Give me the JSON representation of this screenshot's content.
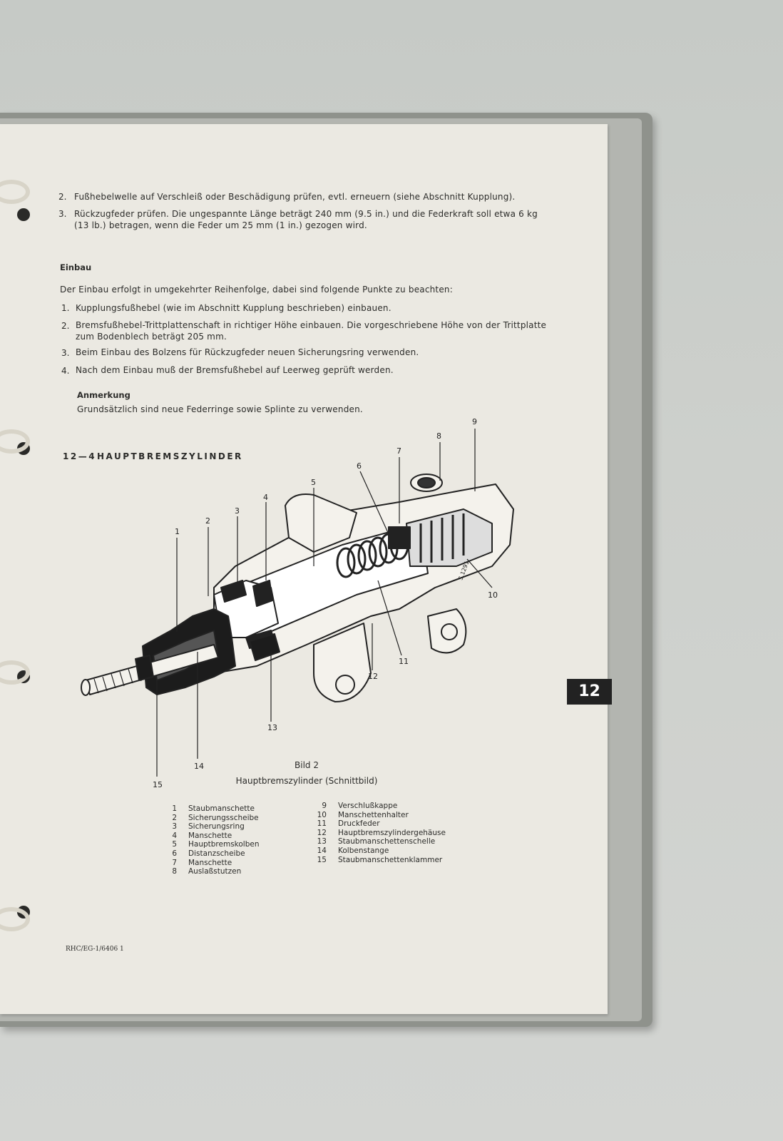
{
  "steps_top": [
    {
      "n": "2.",
      "text": "Fußhebelwelle auf Verschleiß oder Beschädigung prüfen, evtl. erneuern (siehe Abschnitt Kupplung)."
    },
    {
      "n": "3.",
      "text": "Rückzugfeder prüfen. Die ungespannte Länge beträgt 240 mm (9.5 in.) und die Federkraft soll etwa 6 kg",
      "text2": "(13 lb.) betragen, wenn die Feder um 25 mm (1 in.) gezogen wird."
    }
  ],
  "einbau": {
    "heading": "Einbau",
    "intro": "Der Einbau erfolgt in umgekehrter Reihenfolge, dabei sind folgende Punkte zu beachten:",
    "steps": [
      {
        "n": "1.",
        "text": "Kupplungsfußhebel (wie im Abschnitt Kupplung beschrieben) einbauen."
      },
      {
        "n": "2.",
        "text": "Bremsfußhebel-Trittplattenschaft in richtiger Höhe einbauen. Die vorgeschriebene Höhe von der Trittplatte",
        "text2": "zum Bodenblech beträgt 205 mm."
      },
      {
        "n": "3.",
        "text": "Beim Einbau des Bolzens für Rückzugfeder neuen Sicherungsring verwenden."
      },
      {
        "n": "4.",
        "text": "Nach dem Einbau muß der Bremsfußhebel auf Leerweg geprüft werden."
      }
    ],
    "note_heading": "Anmerkung",
    "note_text": "Grundsätzlich sind neue Federringe sowie Splinte zu verwenden."
  },
  "section": {
    "number": "12—4",
    "title": "HAUPTBREMSZYLINDER"
  },
  "tab_label": "12",
  "figure": {
    "callouts": [
      "1",
      "2",
      "3",
      "4",
      "5",
      "6",
      "7",
      "8",
      "9",
      "10",
      "11",
      "12",
      "13",
      "14",
      "15"
    ],
    "drawing_code": "S.1291.",
    "caption_1": "Bild 2",
    "caption_2": "Hauptbremszylinder (Schnittbild)"
  },
  "legend_left": [
    {
      "n": "1",
      "label": "Staubmanschette"
    },
    {
      "n": "2",
      "label": "Sicherungsscheibe"
    },
    {
      "n": "3",
      "label": "Sicherungsring"
    },
    {
      "n": "4",
      "label": "Manschette"
    },
    {
      "n": "5",
      "label": "Hauptbremskolben"
    },
    {
      "n": "6",
      "label": "Distanzscheibe"
    },
    {
      "n": "7",
      "label": "Manschette"
    },
    {
      "n": "8",
      "label": "Auslaßstutzen"
    }
  ],
  "legend_right": [
    {
      "n": "9",
      "label": "Verschlußkappe"
    },
    {
      "n": "10",
      "label": "Manschettenhalter"
    },
    {
      "n": "11",
      "label": "Druckfeder"
    },
    {
      "n": "12",
      "label": "Hauptbremszylindergehäuse"
    },
    {
      "n": "13",
      "label": "Staubmanschettenschelle"
    },
    {
      "n": "14",
      "label": "Kolbenstange"
    },
    {
      "n": "15",
      "label": "Staubmanschettenklammer"
    }
  ],
  "footer": "RHC/EG-1/6406 1"
}
